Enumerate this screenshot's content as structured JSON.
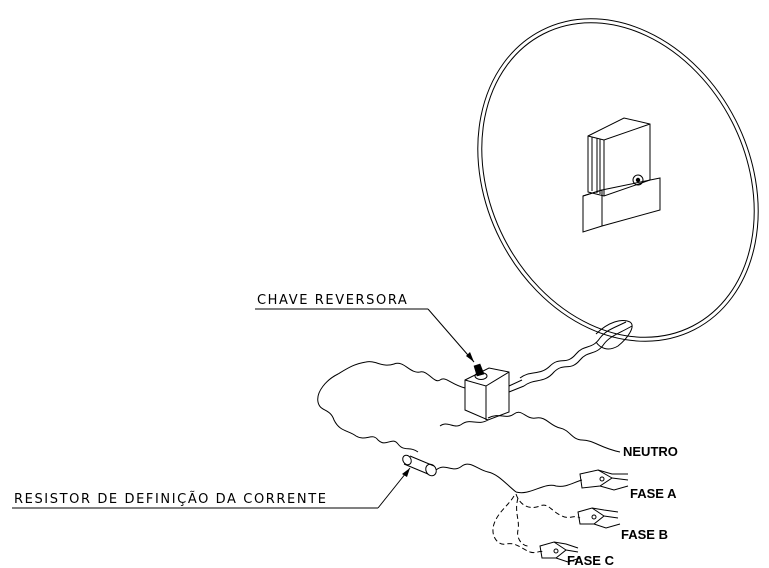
{
  "labels": {
    "chave_reversora": "CHAVE REVERSORA",
    "resistor": "RESISTOR DE DEFINIÇÃO DA CORRENTE",
    "neutro": "NEUTRO",
    "fase_a": "FASE A",
    "fase_b": "FASE B",
    "fase_c": "FASE C"
  }
}
